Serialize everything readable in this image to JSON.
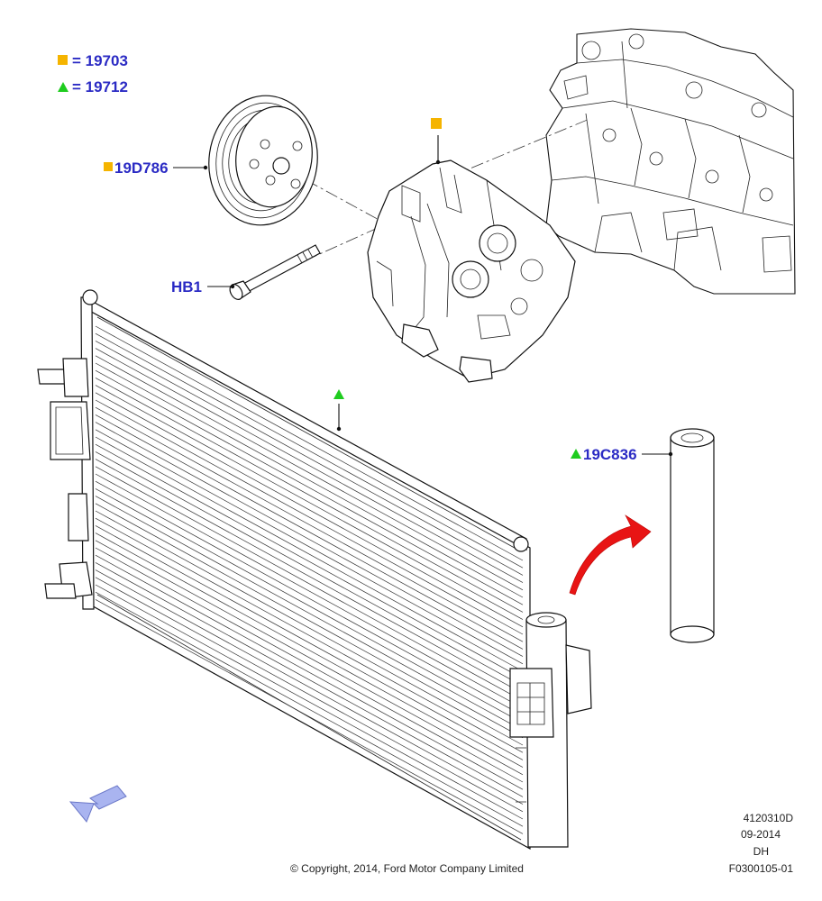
{
  "legend": {
    "items": [
      {
        "symbol": "square",
        "color": "#f5b400",
        "text": "= 19703"
      },
      {
        "symbol": "triangle",
        "color": "#1fcc1f",
        "text": "= 19712"
      }
    ]
  },
  "callouts": {
    "pulley": "19D786",
    "bolt": "HB1",
    "drier": "19C836"
  },
  "footer": {
    "copyright": "© Copyright, 2014, Ford Motor Company Limited",
    "code": "4120310D",
    "date": "09-2014",
    "initials": "DH",
    "figure": "F0300105-01"
  },
  "colors": {
    "label": "#2b2bc4",
    "square_marker": "#f5b400",
    "triangle_marker": "#1fcc1f",
    "arrow_red": "#e81414",
    "arrow_blue": "#a9b4f0"
  }
}
